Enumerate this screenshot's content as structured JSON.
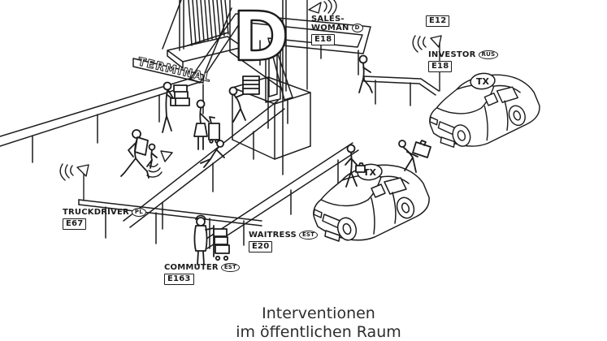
{
  "scene": {
    "terminal_sign": "TERMINAL",
    "building_letter": "D",
    "taxi_roof_sign": "TX",
    "tags": {
      "saleswoman": {
        "name_line1": "SALES-",
        "name_line2": "WOMAN",
        "country": "D",
        "code": "E18"
      },
      "gate": {
        "code": "E12"
      },
      "investor": {
        "name": "INVESTOR",
        "country": "RUS",
        "code": "E18"
      },
      "truckdriver": {
        "name": "TRUCKDRIVER",
        "country": "PL",
        "code": "E67"
      },
      "commuter": {
        "name": "COMMUTER",
        "country": "EST",
        "code": "E163"
      },
      "waitress": {
        "name": "WAITRESS",
        "country": "EST",
        "code": "E20"
      }
    }
  },
  "caption": {
    "line1": "Interventionen",
    "line2": "im öffentlichen Raum"
  }
}
